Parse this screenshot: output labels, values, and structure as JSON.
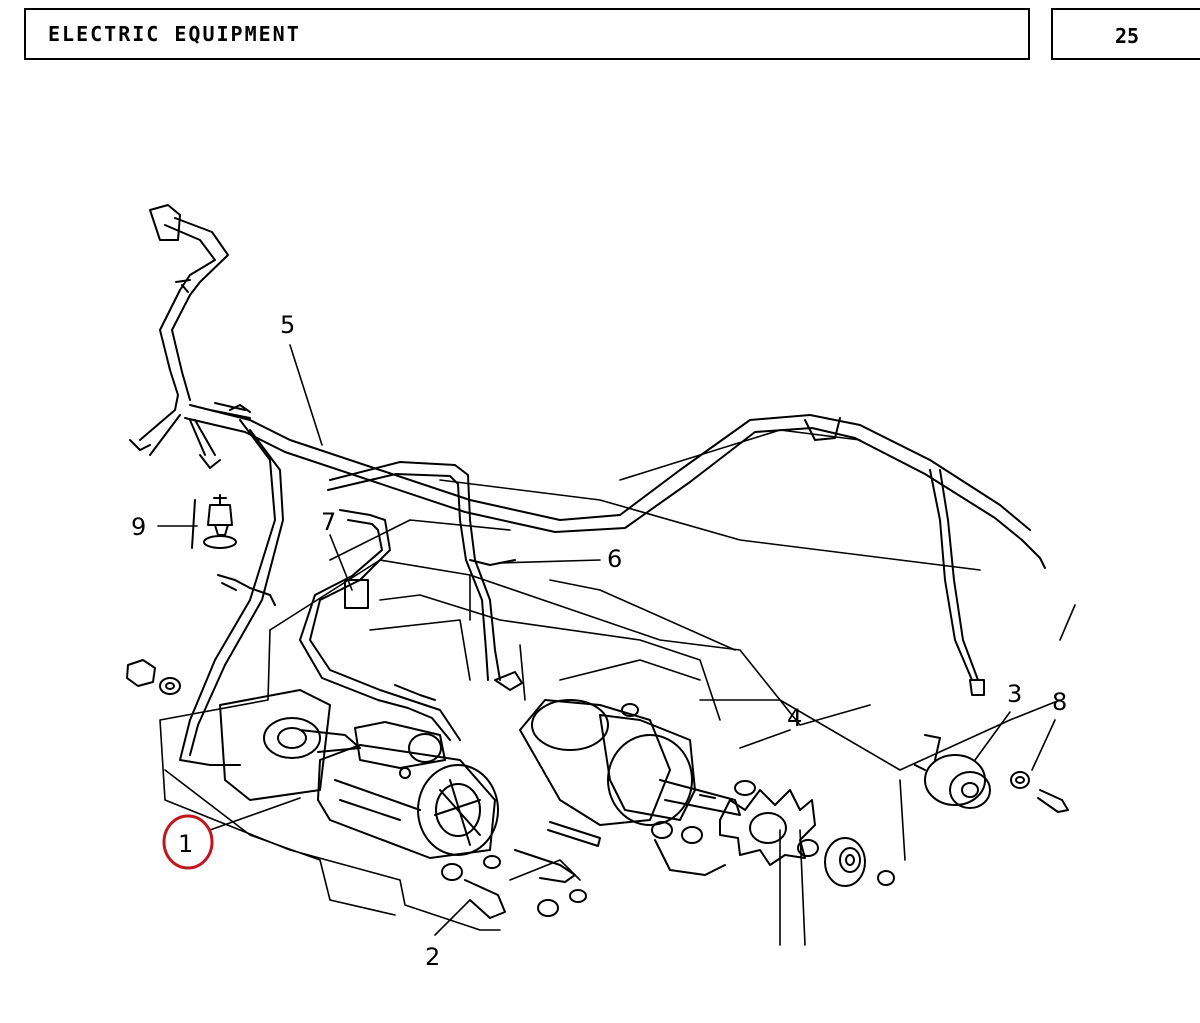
{
  "header": {
    "title": "ELECTRIC EQUIPMENT",
    "page_number": "25"
  },
  "callouts": {
    "c1": "1",
    "c2": "2",
    "c3": "3",
    "c4": "4",
    "c5": "5",
    "c6": "6",
    "c7": "7",
    "c8": "8",
    "c9": "9"
  },
  "colors": {
    "highlight": "#c0161e",
    "ink": "#000000",
    "paper": "#ffffff"
  }
}
